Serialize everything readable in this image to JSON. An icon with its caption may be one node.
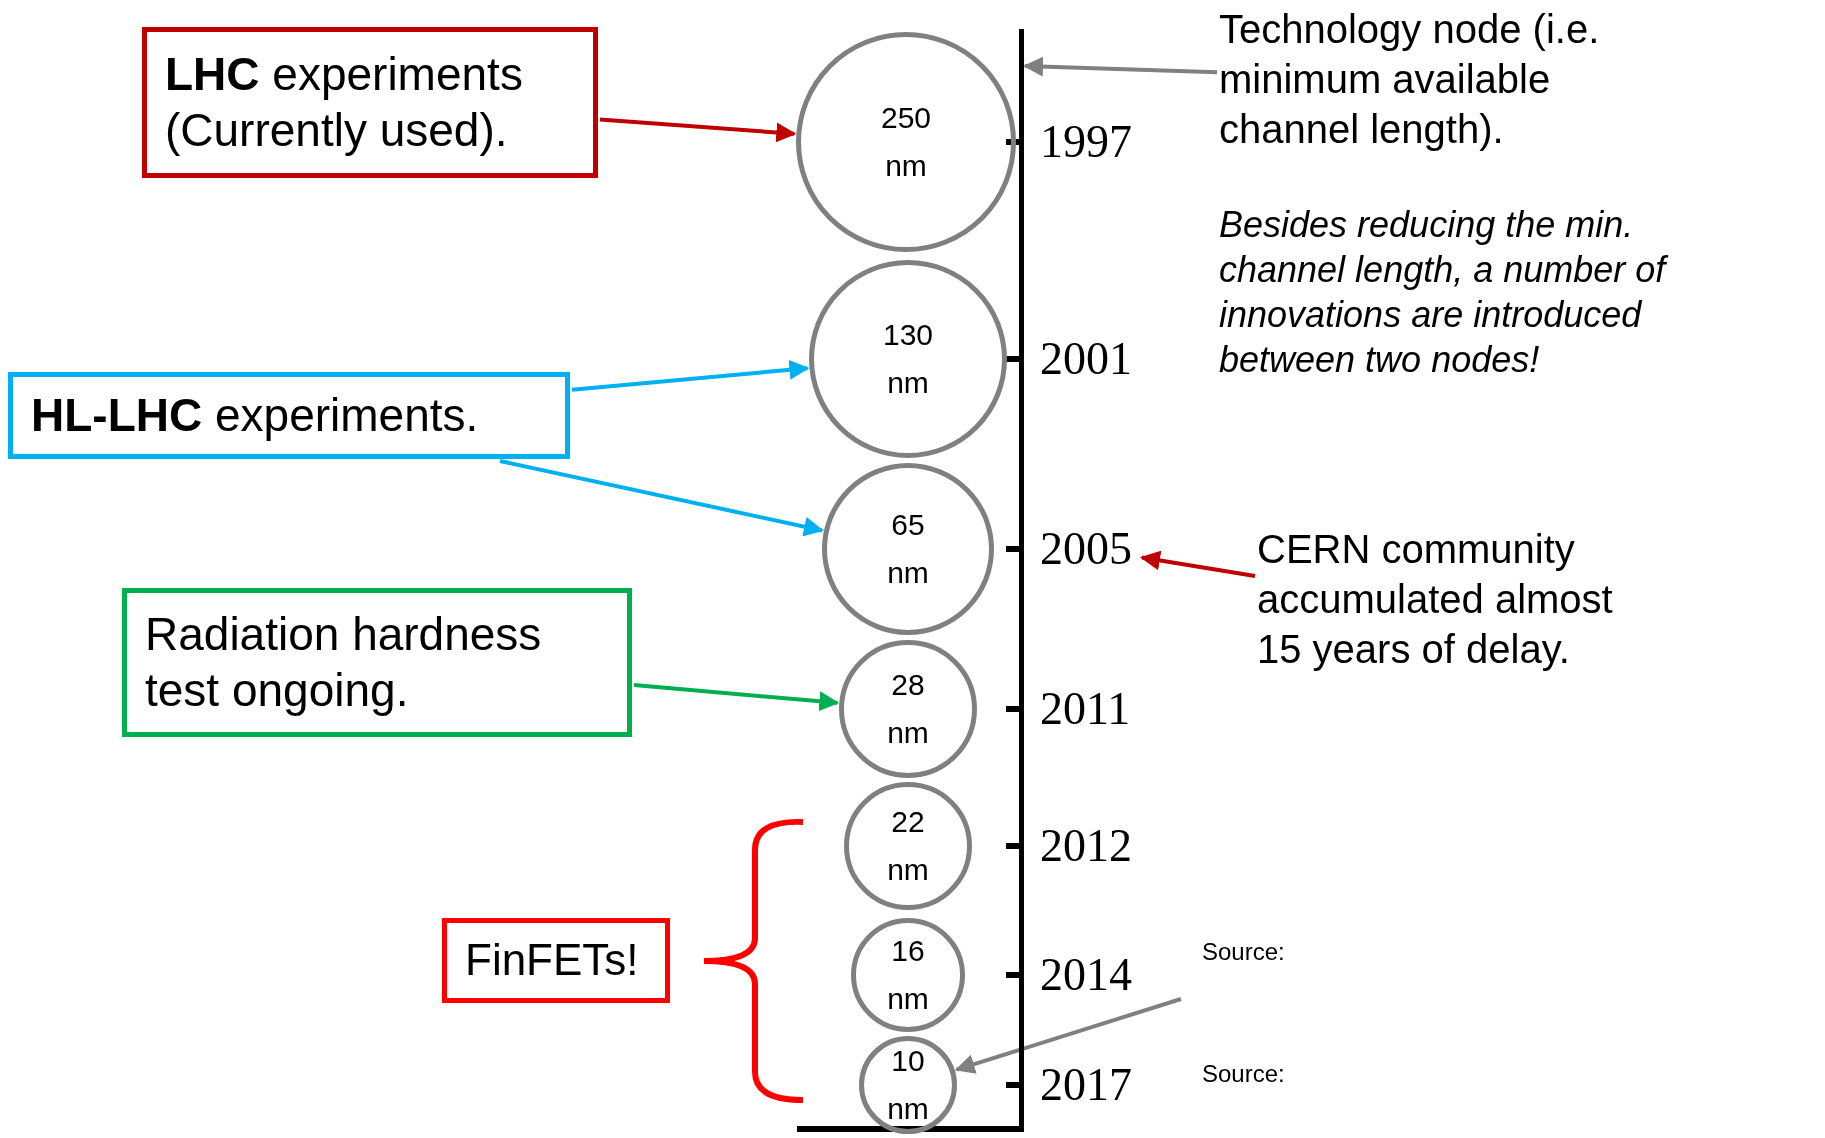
{
  "diagram": {
    "nodes": [
      {
        "text": [
          "**LHC** experiments (Currently used)."
        ]
      },
      {
        "text": [
          "**HL-LHC** experiments."
        ]
      },
      {
        "text": [
          "Radiation hardness test ongoing."
        ]
      },
      {
        "text": [
          "FinFETs!"
        ]
      },
      {
        "text": [
          "250 nm"
        ]
      },
      {
        "text": [
          "130 nm"
        ]
      },
      {
        "text": [
          "65 nm"
        ]
      },
      {
        "text": [
          "28 nm"
        ]
      },
      {
        "text": [
          "22 nm"
        ]
      },
      {
        "text": [
          "16 nm"
        ]
      },
      {
        "text": [
          "10 nm"
        ]
      },
      {
        "text": [
          "1997"
        ]
      },
      {
        "text": [
          "2001"
        ]
      },
      {
        "text": [
          "2005"
        ]
      },
      {
        "text": [
          "2011"
        ]
      },
      {
        "text": [
          "2012"
        ]
      },
      {
        "text": [
          "2014"
        ]
      },
      {
        "text": [
          "2017"
        ]
      },
      {
        "text": [
          "Technology node (i.e. minimum available channel length)."
        ]
      },
      {
        "text": [
          "CERN community accumulated almost 15 years of delay."
        ]
      },
      {
        "text": [],
        "shape": "bar"
      }
    ],
    "edges": [
      {
        "from": 0,
        "to": 4,
        "arrow": "to",
        "color": "#c00000"
      },
      {
        "from": 1,
        "to": 5,
        "arrow": "to",
        "color": "#00b0f0"
      },
      {
        "from": 1,
        "to": 6,
        "arrow": "to",
        "color": "#00b0f0"
      },
      {
        "from": 2,
        "to": 7,
        "arrow": "to",
        "color": "#00b050"
      },
      {
        "from": 18,
        "to": 20,
        "arrow": "to",
        "color": "#808080"
      },
      {
        "from": 19,
        "to": 13,
        "arrow": "to",
        "color": "#c00000"
      },
      {
        "from": null,
        "to": 10,
        "arrow": "to",
        "color": "#808080"
      }
    ],
    "labels": [
      "Besides reducing the min. channel length, a number of innovations are introduced between two nodes!",
      "Source:",
      "Source:"
    ]
  }
}
